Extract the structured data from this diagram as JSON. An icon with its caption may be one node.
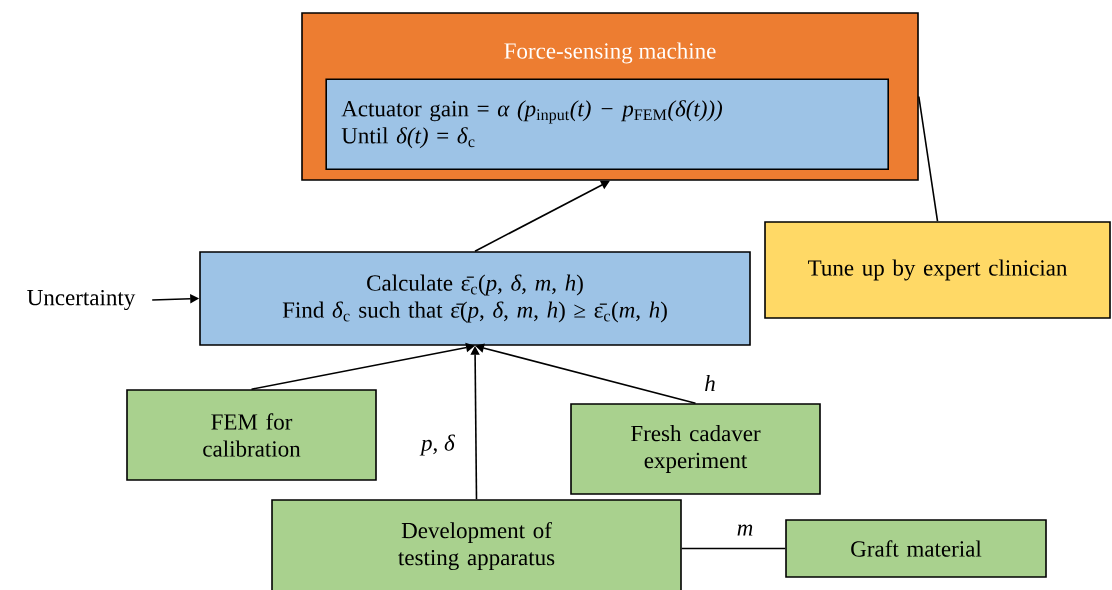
{
  "diagram": {
    "nodes": [
      {
        "text": [
          "Force-sensing machine"
        ]
      },
      {
        "text": [
          "Actuator gain = *α (p*$_{input}$*(t) − p*$_{FEM}$*(δ(t)))*",
          "Until *δ(t)* = *δ*$_{c}$"
        ],
        "in": 0
      },
      {
        "text": [
          "Calculate ε̄$_{c}$(*p*, *δ*, *m*, *h*)",
          "Find *δ*$_{c}$ such that ε̄(*p*, *δ*, *m*, *h*) ≥ ε̄$_{c}$(*m*, *h*)"
        ]
      },
      {
        "text": [
          "Uncertainty"
        ]
      },
      {
        "text": [
          "Tune up by expert clinician"
        ]
      },
      {
        "text": [
          "FEM for calibration"
        ]
      },
      {
        "text": [
          "Fresh cadaver experiment"
        ]
      },
      {
        "text": [
          "Development of testing apparatus"
        ]
      },
      {
        "text": [
          "Graft material"
        ]
      }
    ],
    "edges": [
      {
        "from": 2,
        "to": 0,
        "arrow": "to"
      },
      {
        "from": 0,
        "to": 4,
        "arrow": "none"
      },
      {
        "from": 3,
        "to": 2,
        "arrow": "to"
      },
      {
        "from": 5,
        "to": 2,
        "arrow": "to"
      },
      {
        "from": 7,
        "to": 2,
        "arrow": "to",
        "label": "*p*, *δ*"
      },
      {
        "from": 6,
        "to": 2,
        "arrow": "to",
        "label": "*h*"
      },
      {
        "from": 8,
        "to": 7,
        "arrow": "none",
        "label": "*m*"
      }
    ]
  }
}
